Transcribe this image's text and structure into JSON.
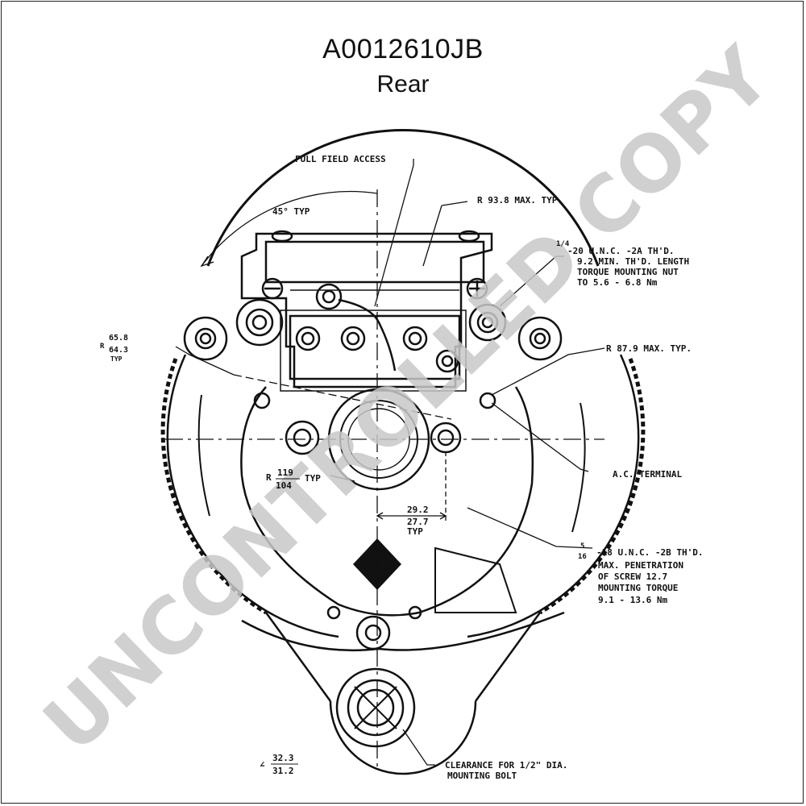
{
  "header": {
    "part_number": "A0012610JB",
    "view": "Rear"
  },
  "watermark": "UNCONTROLLED COPY",
  "callouts": {
    "full_field": "FULL FIELD ACCESS",
    "angle": "45° TYP",
    "r938": "R 93.8  MAX. TYP.",
    "thread1_frac": "1/4",
    "thread1_l1": "-20 U.N.C. -2A TH'D.",
    "thread1_l2": "9.2 MIN. TH'D. LENGTH",
    "thread1_l3": "TORQUE MOUNTING NUT",
    "thread1_l4": "TO 5.6 - 6.8 Nm",
    "r879": "R 87.9  MAX. TYP.",
    "r65_prefix": "R",
    "r65_top": "65.8",
    "r65_bot": "64.3",
    "r65_typ": "TYP",
    "r119_prefix": "R",
    "r119_top": "119",
    "r119_bot": "104",
    "r119_typ": "TYP",
    "ac_terminal": "A.C. TERMINAL",
    "dim292_top": "29.2",
    "dim292_bot": "27.7",
    "dim292_typ": "TYP",
    "thread2_num": "5",
    "thread2_den": "16",
    "thread2_l1": "-18 U.N.C. -2B TH'D.",
    "thread2_l2": "MAX. PENETRATION",
    "thread2_l3": "OF SCREW 12.7",
    "thread2_l4": "MOUNTING TORQUE",
    "thread2_l5": "9.1 - 13.6 Nm",
    "dim323_prefix": "∠",
    "dim323_top": "32.3",
    "dim323_bot": "31.2",
    "clear_l1": "CLEARANCE FOR 1/2\" DIA.",
    "clear_l2": "MOUNTING BOLT"
  }
}
